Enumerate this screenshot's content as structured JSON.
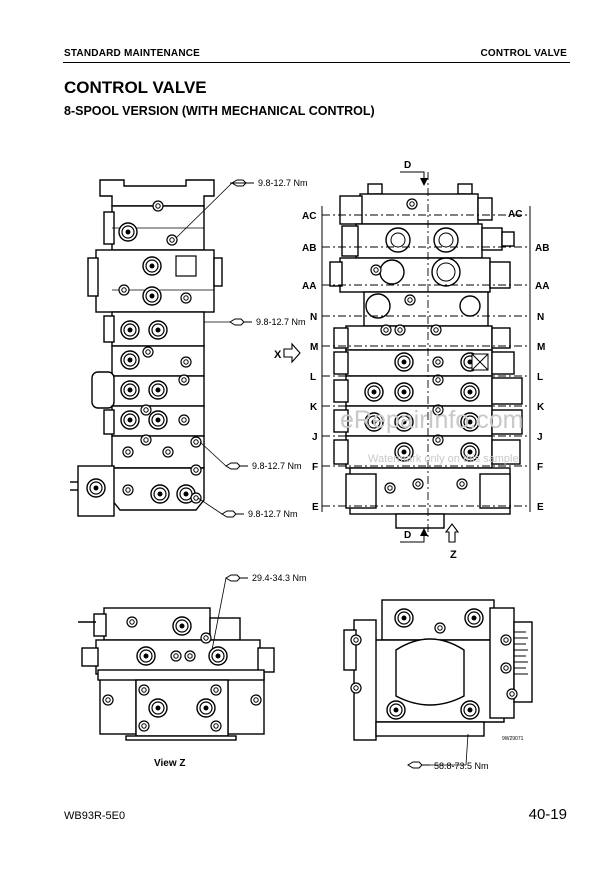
{
  "header": {
    "section": "STANDARD MAINTENANCE",
    "topic": "CONTROL VALVE"
  },
  "title": "CONTROL VALVE",
  "subtitle": "8-SPOOL VERSION (WITH MECHANICAL CONTROL)",
  "torques": {
    "t1": "9.8-12.7 Nm",
    "t2": "9.8-12.7 Nm",
    "t3": "9.8-12.7 Nm",
    "t4": "9.8-12.7 Nm",
    "t5": "29.4-34.3 Nm",
    "t6": "58.8-73.5 Nm"
  },
  "section_labels": {
    "ac": "AC",
    "ab": "AB",
    "aa": "AA",
    "n": "N",
    "m": "M",
    "l": "L",
    "k": "K",
    "j": "J",
    "f": "F",
    "e": "E",
    "d": "D",
    "x": "X",
    "z": "Z"
  },
  "view_label": "View Z",
  "figure_code": "9W29071",
  "watermark": {
    "main": "eRepairInfo.com",
    "sub": "Watermark only on this sample"
  },
  "footer": {
    "model": "WB93R-5E0",
    "page": "40-19"
  }
}
